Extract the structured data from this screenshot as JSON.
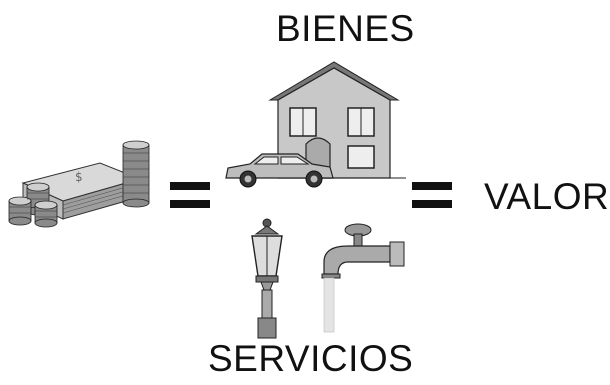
{
  "labels": {
    "bienes": "BIENES",
    "servicios": "SERVICIOS",
    "valor": "VALOR"
  },
  "icons": [
    "money-icon",
    "house-icon",
    "car-icon",
    "street-lamp-icon",
    "water-faucet-icon"
  ],
  "colors": {
    "text": "#111111",
    "illustration_gray": "#a8a8a8",
    "dark_gray": "#555555"
  }
}
